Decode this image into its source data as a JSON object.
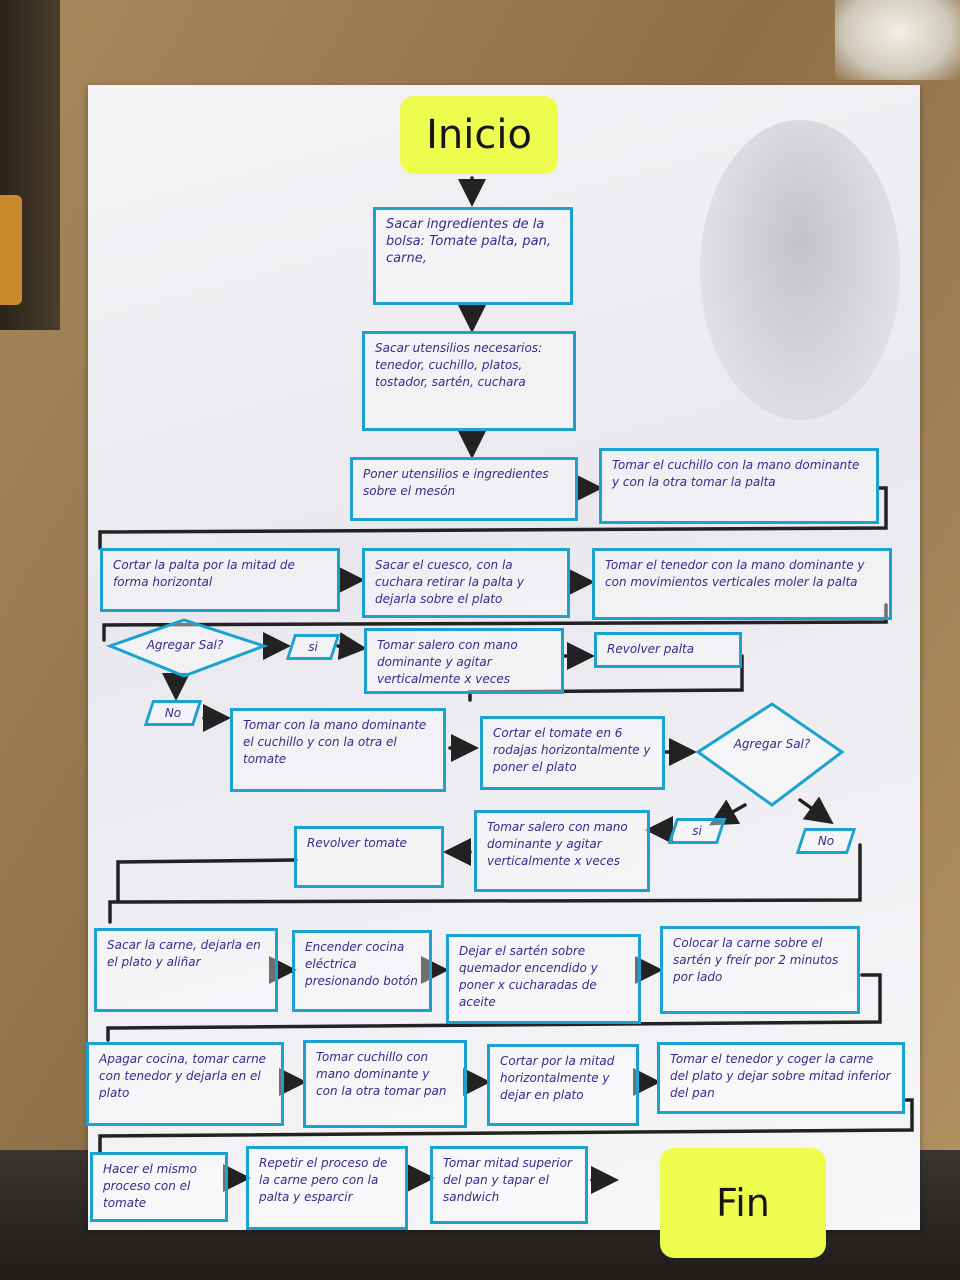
{
  "start_label": "Inicio",
  "end_label": "Fin",
  "steps": [
    "Sacar ingredientes de la bolsa: Tomate palta, pan, carne,",
    "Sacar utensilios necesarios: tenedor, cuchillo, platos, tostador, sartén, cuchara",
    "Poner utensilios e ingredientes sobre el mesón",
    "Tomar el cuchillo con la mano dominante y con la otra tomar la palta",
    "Cortar la palta por la mitad de forma horizontal",
    "Sacar el cuesco, con la cuchara retirar la palta y dejarla sobre el plato",
    "Tomar el tenedor con la mano dominante y con movimientos verticales moler la palta",
    "Tomar salero con mano dominante y agitar verticalmente x veces",
    "Revolver palta",
    "Tomar con la mano dominante el cuchillo y con la otra el tomate",
    "Cortar el tomate en 6 rodajas horizontalmente y poner el plato",
    "Tomar salero con mano dominante y agitar verticalmente x veces",
    "Revolver tomate",
    "Sacar la carne, dejarla en el plato y aliñar",
    "Encender cocina eléctrica presionando botón",
    "Dejar el sartén sobre quemador encendido y poner x cucharadas de aceite",
    "Colocar la carne sobre el sartén y freír por 2 minutos por lado",
    "Apagar cocina, tomar carne con tenedor y dejarla en el plato",
    "Tomar cuchillo con mano dominante y con la otra tomar pan",
    "Cortar por la mitad horizontalmente y dejar en plato",
    "Tomar el tenedor y coger la carne del plato y dejar sobre mitad inferior del pan",
    "Hacer el mismo proceso con el tomate",
    "Repetir el proceso de la carne pero con la palta y esparcir",
    "Tomar mitad superior del pan y tapar el sandwich"
  ],
  "decisions": [
    "Agregar Sal?",
    "Agregar Sal?"
  ],
  "answers": [
    "si",
    "No",
    "si",
    "No"
  ],
  "colors": {
    "box_border": "#1aa3d0",
    "text": "#3b2a8c",
    "terminal": "#eefc4e",
    "arrow": "#222222"
  }
}
